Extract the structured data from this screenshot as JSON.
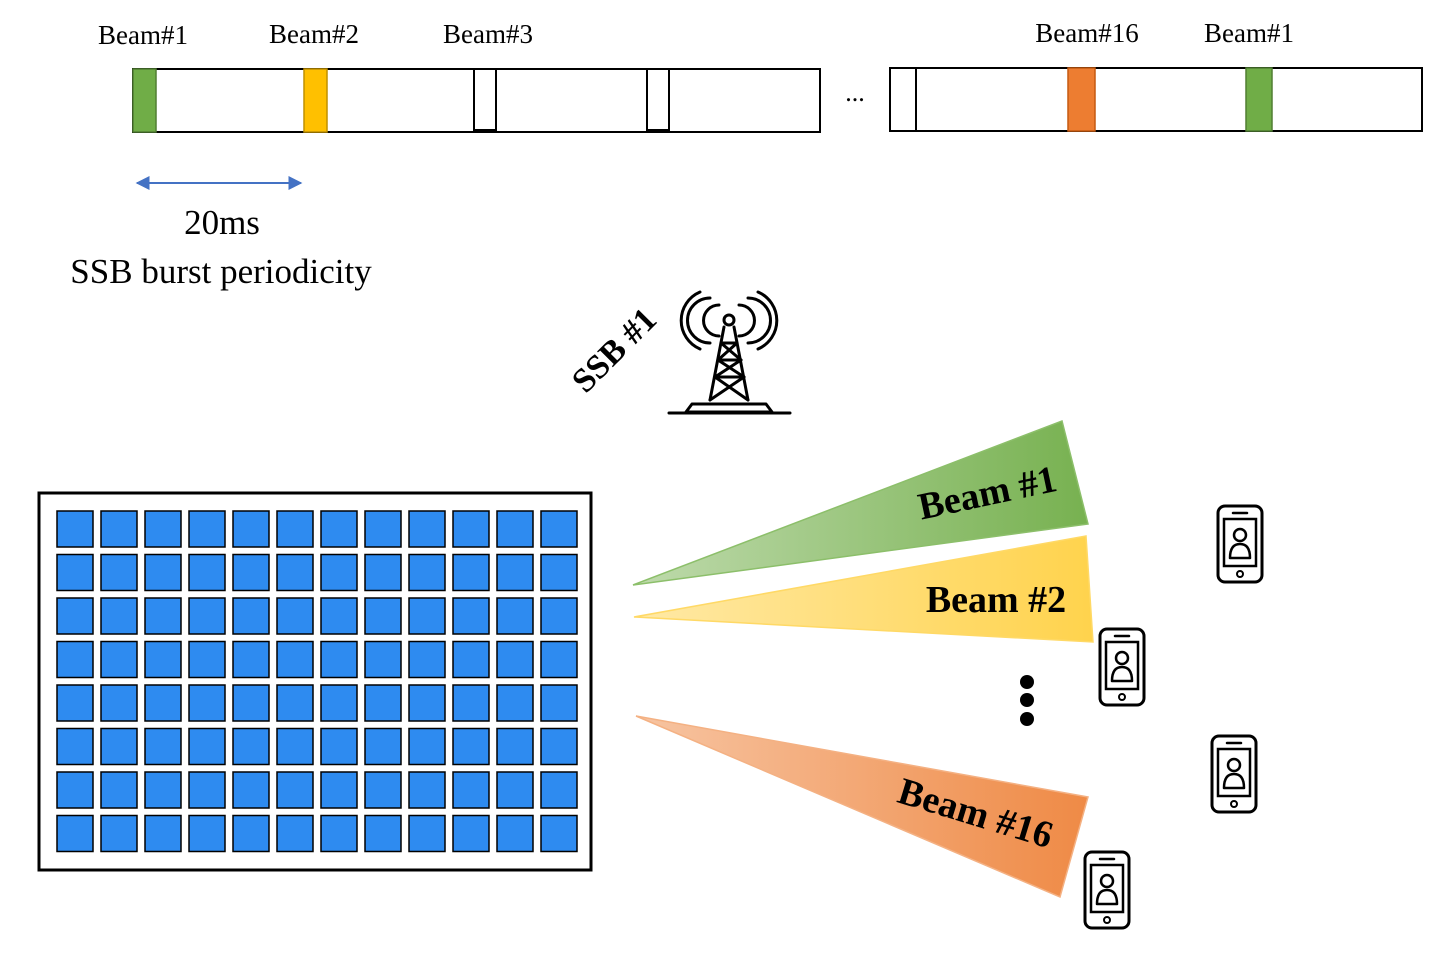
{
  "timeline": {
    "beam_labels": [
      "Beam#1",
      "Beam#2",
      "Beam#3",
      "Beam#16",
      "Beam#1"
    ],
    "ellipsis": "...",
    "period_value": "20ms",
    "period_caption": "SSB burst periodicity",
    "colors": {
      "beam1": "#70AD47",
      "beam2": "#FFC000",
      "beam16": "#ED7D31",
      "arrow": "#4472C4"
    }
  },
  "tower": {
    "label": "SSB #1",
    "icon": "radio-tower-icon"
  },
  "antenna_array": {
    "rows": 8,
    "cols": 12,
    "element_color": "#2E8BF0",
    "icon": "antenna-array-icon"
  },
  "beams": [
    {
      "label": "Beam #1",
      "color": "#70AD47"
    },
    {
      "label": "Beam #2",
      "color": "#FFC000"
    },
    {
      "label": "Beam #16",
      "color": "#ED7D31"
    }
  ],
  "beam_gap_marker": "vertical-ellipsis",
  "devices": {
    "count": 4,
    "icon": "smartphone-user-icon"
  }
}
